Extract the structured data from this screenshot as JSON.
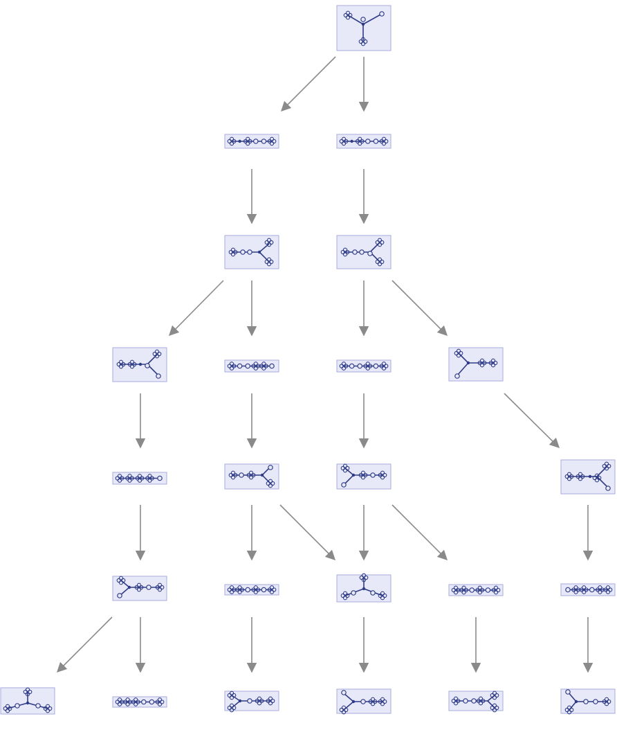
{
  "diagram": {
    "type": "state-graph",
    "node_fill": "#e8e9f8",
    "node_border": "#a6abdb",
    "edge_color": "#8a8a8a",
    "glyph_color": "#2e3b86",
    "nodes": [
      {
        "id": "n0"
      },
      {
        "id": "n1a"
      },
      {
        "id": "n1b"
      },
      {
        "id": "n2a"
      },
      {
        "id": "n2b"
      },
      {
        "id": "n3a"
      },
      {
        "id": "n3b"
      },
      {
        "id": "n3c"
      },
      {
        "id": "n3d"
      },
      {
        "id": "n4a"
      },
      {
        "id": "n4b"
      },
      {
        "id": "n4c"
      },
      {
        "id": "n4d"
      },
      {
        "id": "n5a"
      },
      {
        "id": "n5b"
      },
      {
        "id": "n5c"
      },
      {
        "id": "n5d"
      },
      {
        "id": "n5e"
      },
      {
        "id": "n6a"
      },
      {
        "id": "n6b"
      },
      {
        "id": "n6c"
      },
      {
        "id": "n6d"
      },
      {
        "id": "n6e"
      },
      {
        "id": "n6f"
      }
    ],
    "edges": [
      [
        "n0",
        "n1a"
      ],
      [
        "n0",
        "n1b"
      ],
      [
        "n1a",
        "n2a"
      ],
      [
        "n1b",
        "n2b"
      ],
      [
        "n2a",
        "n3a"
      ],
      [
        "n2a",
        "n3b"
      ],
      [
        "n2b",
        "n3c"
      ],
      [
        "n2b",
        "n3d"
      ],
      [
        "n3a",
        "n4a"
      ],
      [
        "n3b",
        "n4b"
      ],
      [
        "n3c",
        "n4c"
      ],
      [
        "n3d",
        "n4d"
      ],
      [
        "n4a",
        "n5a"
      ],
      [
        "n4b",
        "n5b"
      ],
      [
        "n4b",
        "n5c"
      ],
      [
        "n4c",
        "n5c"
      ],
      [
        "n4c",
        "n5d"
      ],
      [
        "n4d",
        "n5e"
      ],
      [
        "n5a",
        "n6a"
      ],
      [
        "n5a",
        "n6b"
      ],
      [
        "n5b",
        "n6c"
      ],
      [
        "n5c",
        "n6d"
      ],
      [
        "n5d",
        "n6e"
      ],
      [
        "n5e",
        "n6f"
      ]
    ]
  }
}
